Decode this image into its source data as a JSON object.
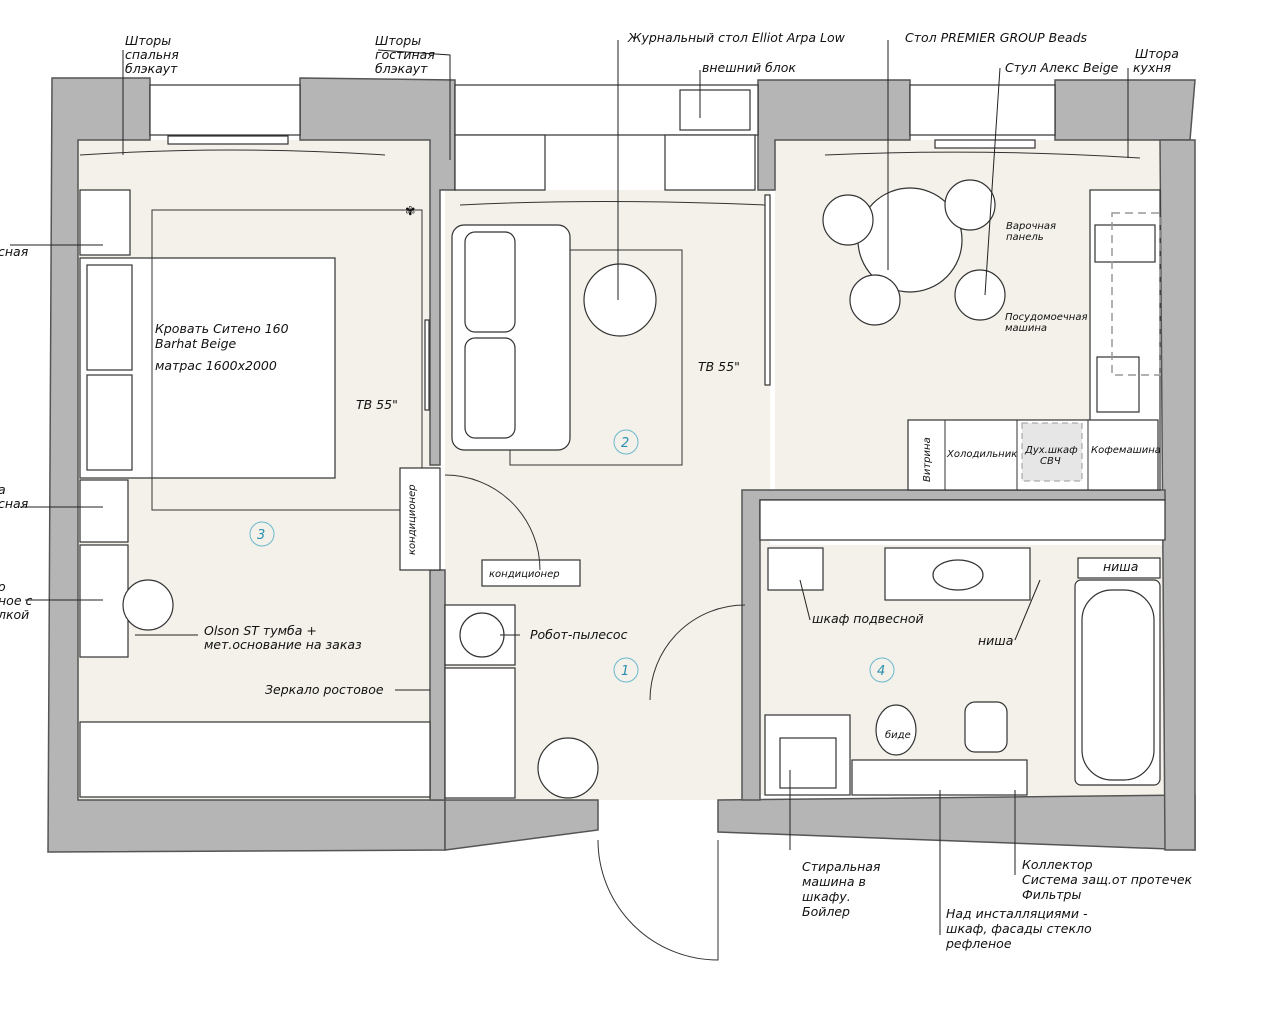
{
  "labels": {
    "curtains_bedroom": [
      "Шторы",
      "спальня",
      "блэкаут"
    ],
    "curtains_living": [
      "Шторы",
      "гостиная",
      "блэкаут"
    ],
    "coffee_table": "Журнальный стол Elliot Arpa Low",
    "outdoor_unit": "внешний блок",
    "table": "Стол PREMIER GROUP Beads",
    "chair": "Стул Алекс Beige",
    "curtain_kitchen": [
      "Штора",
      "кухня"
    ],
    "left_1": "сная",
    "left_2": [
      "а",
      "сная"
    ],
    "left_3": [
      "о",
      "ное с",
      "лкой"
    ],
    "bed": [
      "Кровать Ситено 160",
      "Barhat Beige",
      "матрас 1600х2000"
    ],
    "tv_bedroom": "ТВ 55\"",
    "tv_living": "ТВ 55\"",
    "hob": [
      "Варочная",
      "панель"
    ],
    "dishwasher": [
      "Посудомоечная",
      "машина"
    ],
    "vitrine": "Витрина",
    "fridge": "Холодильник",
    "oven": [
      "Дух.шкаф",
      "СВЧ"
    ],
    "coffee_machine": "Кофемашина",
    "ac_vertical": "кондиционер",
    "ac_horizontal": "кондиционер",
    "robot": "Робот-пылесос",
    "nightstand": [
      "Olson ST тумба +",
      "мет.основание на заказ"
    ],
    "mirror": "Зеркало ростовое",
    "wall_cabinet": "шкаф подвесной",
    "niche_1": "ниша",
    "niche_2": "ниша",
    "bidet": "биде",
    "washer": [
      "Стиральная",
      "машина в",
      "шкафу.",
      "Бойлер"
    ],
    "installations": [
      "Над инсталляциями -",
      "шкаф, фасады стекло",
      "рефленое"
    ],
    "collector": [
      "Коллектор",
      "Система защ.от протечек",
      "Фильтры"
    ]
  },
  "rooms": [
    "1",
    "2",
    "3",
    "4"
  ],
  "colors": {
    "wall": "#b5b5b5",
    "floor": "#f3f1e9",
    "room_number": "#2a8fb0"
  }
}
